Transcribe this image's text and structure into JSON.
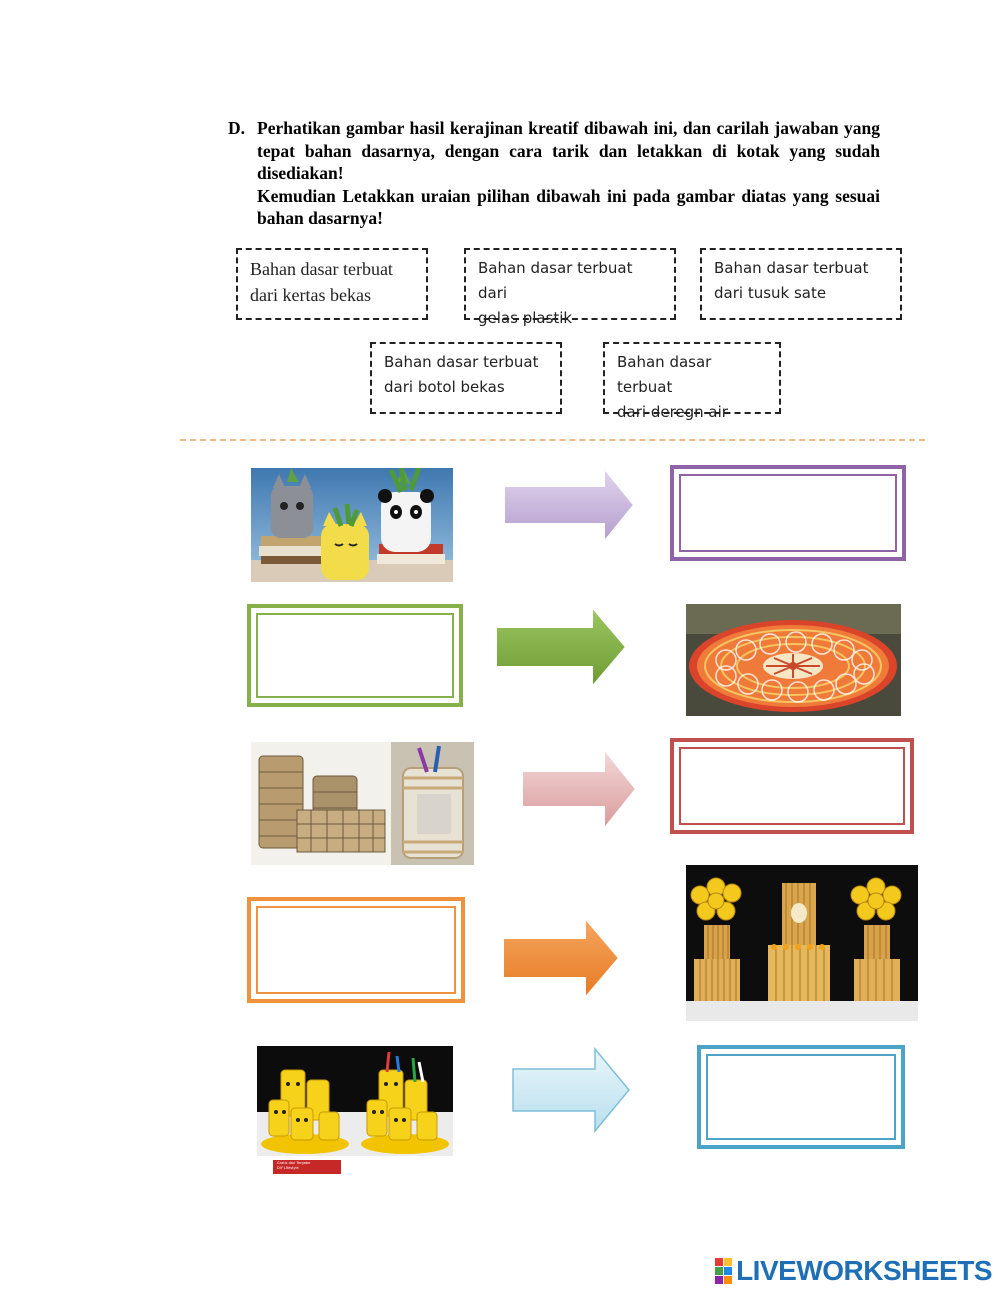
{
  "instruction": {
    "letter": "D.",
    "para1": "Perhatikan  gambar hasil kerajinan kreatif dibawah ini, dan carilah jawaban yang tepat bahan dasarnya, dengan cara tarik dan letakkan di kotak yang sudah disediakan!",
    "para2": "Kemudian Letakkan uraian pilihan dibawah ini pada gambar diatas yang sesuai bahan dasarnya!"
  },
  "options": [
    {
      "line1": "Bahan dasar terbuat",
      "line2": "dari kertas bekas"
    },
    {
      "line1": "Bahan dasar terbuat dari",
      "line2": "gelas plastik"
    },
    {
      "line1": "Bahan dasar terbuat",
      "line2": "dari tusuk sate"
    },
    {
      "line1": "Bahan dasar terbuat",
      "line2": "dari botol bekas"
    },
    {
      "line1": "Bahan dasar terbuat",
      "line2": "dari deregn air"
    }
  ],
  "rows": [
    {
      "box_color": "#8e63a8",
      "arrow_color": "#c8b3de"
    },
    {
      "box_color": "#86b04a",
      "arrow_color": "#7fae3e"
    },
    {
      "box_color": "#c0504d",
      "arrow_color": "#e6b3b3"
    },
    {
      "box_color": "#f0913e",
      "arrow_color": "#f08a2e"
    },
    {
      "box_color": "#4ba4c8",
      "arrow_color": "#cfe9f3"
    }
  ],
  "photos": {
    "pen_holder_caption_1": "Gratis dari Tergabe",
    "pen_holder_caption_2": "DIY Lifestyle"
  },
  "brand": {
    "name": "LIVEWORKSHEETS",
    "color": "#1e6fb5"
  }
}
